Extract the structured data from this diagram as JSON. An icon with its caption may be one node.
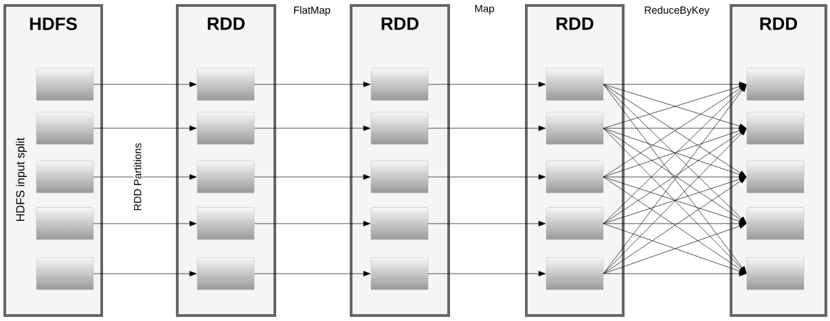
{
  "diagram": {
    "nodes": [
      {
        "text": [
          "HDFS",
          "HDFS input split"
        ]
      },
      {
        "text": [],
        "shape": "box",
        "in": 0
      },
      {
        "text": [],
        "shape": "box",
        "in": 0
      },
      {
        "text": [],
        "shape": "box",
        "in": 0
      },
      {
        "text": [],
        "shape": "box",
        "in": 0
      },
      {
        "text": [],
        "shape": "box",
        "in": 0
      },
      {
        "text": [
          "RDD"
        ]
      },
      {
        "text": [],
        "shape": "box",
        "in": 6
      },
      {
        "text": [],
        "shape": "box",
        "in": 6
      },
      {
        "text": [],
        "shape": "box",
        "in": 6
      },
      {
        "text": [],
        "shape": "box",
        "in": 6
      },
      {
        "text": [],
        "shape": "box",
        "in": 6
      },
      {
        "text": [
          "RDD"
        ]
      },
      {
        "text": [],
        "shape": "box",
        "in": 12
      },
      {
        "text": [],
        "shape": "box",
        "in": 12
      },
      {
        "text": [],
        "shape": "box",
        "in": 12
      },
      {
        "text": [],
        "shape": "box",
        "in": 12
      },
      {
        "text": [],
        "shape": "box",
        "in": 12
      },
      {
        "text": [
          "RDD"
        ]
      },
      {
        "text": [],
        "shape": "box",
        "in": 18
      },
      {
        "text": [],
        "shape": "box",
        "in": 18
      },
      {
        "text": [],
        "shape": "box",
        "in": 18
      },
      {
        "text": [],
        "shape": "box",
        "in": 18
      },
      {
        "text": [],
        "shape": "box",
        "in": 18
      },
      {
        "text": [
          "RDD"
        ]
      },
      {
        "text": [],
        "shape": "box",
        "in": 24
      },
      {
        "text": [],
        "shape": "box",
        "in": 24
      },
      {
        "text": [],
        "shape": "box",
        "in": 24
      },
      {
        "text": [],
        "shape": "box",
        "in": 24
      },
      {
        "text": [],
        "shape": "box",
        "in": 24
      }
    ],
    "edges": [
      {
        "from": 1,
        "to": 7,
        "arrow": "to"
      },
      {
        "from": 2,
        "to": 8,
        "arrow": "to"
      },
      {
        "from": 3,
        "to": 9,
        "arrow": "to"
      },
      {
        "from": 4,
        "to": 10,
        "arrow": "to"
      },
      {
        "from": 5,
        "to": 11,
        "arrow": "to"
      },
      {
        "from": 7,
        "to": 13,
        "arrow": "to"
      },
      {
        "from": 8,
        "to": 14,
        "arrow": "to"
      },
      {
        "from": 9,
        "to": 15,
        "arrow": "to"
      },
      {
        "from": 10,
        "to": 16,
        "arrow": "to"
      },
      {
        "from": 11,
        "to": 17,
        "arrow": "to"
      },
      {
        "from": 13,
        "to": 19,
        "arrow": "to"
      },
      {
        "from": 14,
        "to": 20,
        "arrow": "to"
      },
      {
        "from": 15,
        "to": 21,
        "arrow": "to"
      },
      {
        "from": 16,
        "to": 22,
        "arrow": "to"
      },
      {
        "from": 17,
        "to": 23,
        "arrow": "to"
      },
      {
        "from": 19,
        "to": 25,
        "arrow": "to"
      },
      {
        "from": 19,
        "to": 26,
        "arrow": "to"
      },
      {
        "from": 19,
        "to": 27,
        "arrow": "to"
      },
      {
        "from": 19,
        "to": 28,
        "arrow": "to"
      },
      {
        "from": 19,
        "to": 29,
        "arrow": "to"
      },
      {
        "from": 20,
        "to": 25,
        "arrow": "to"
      },
      {
        "from": 20,
        "to": 26,
        "arrow": "to"
      },
      {
        "from": 20,
        "to": 27,
        "arrow": "to"
      },
      {
        "from": 20,
        "to": 28,
        "arrow": "to"
      },
      {
        "from": 20,
        "to": 29,
        "arrow": "to"
      },
      {
        "from": 21,
        "to": 25,
        "arrow": "to"
      },
      {
        "from": 21,
        "to": 26,
        "arrow": "to"
      },
      {
        "from": 21,
        "to": 27,
        "arrow": "to"
      },
      {
        "from": 21,
        "to": 28,
        "arrow": "to"
      },
      {
        "from": 21,
        "to": 29,
        "arrow": "to"
      },
      {
        "from": 22,
        "to": 25,
        "arrow": "to"
      },
      {
        "from": 22,
        "to": 26,
        "arrow": "to"
      },
      {
        "from": 22,
        "to": 27,
        "arrow": "to"
      },
      {
        "from": 22,
        "to": 28,
        "arrow": "to"
      },
      {
        "from": 22,
        "to": 29,
        "arrow": "to"
      },
      {
        "from": 23,
        "to": 25,
        "arrow": "to"
      },
      {
        "from": 23,
        "to": 26,
        "arrow": "to"
      },
      {
        "from": 23,
        "to": 27,
        "arrow": "to"
      },
      {
        "from": 23,
        "to": 28,
        "arrow": "to"
      },
      {
        "from": 23,
        "to": 29,
        "arrow": "to"
      }
    ],
    "labels": [
      "FlatMap",
      "Map",
      "ReduceByKey",
      "RDD Partitions"
    ]
  }
}
